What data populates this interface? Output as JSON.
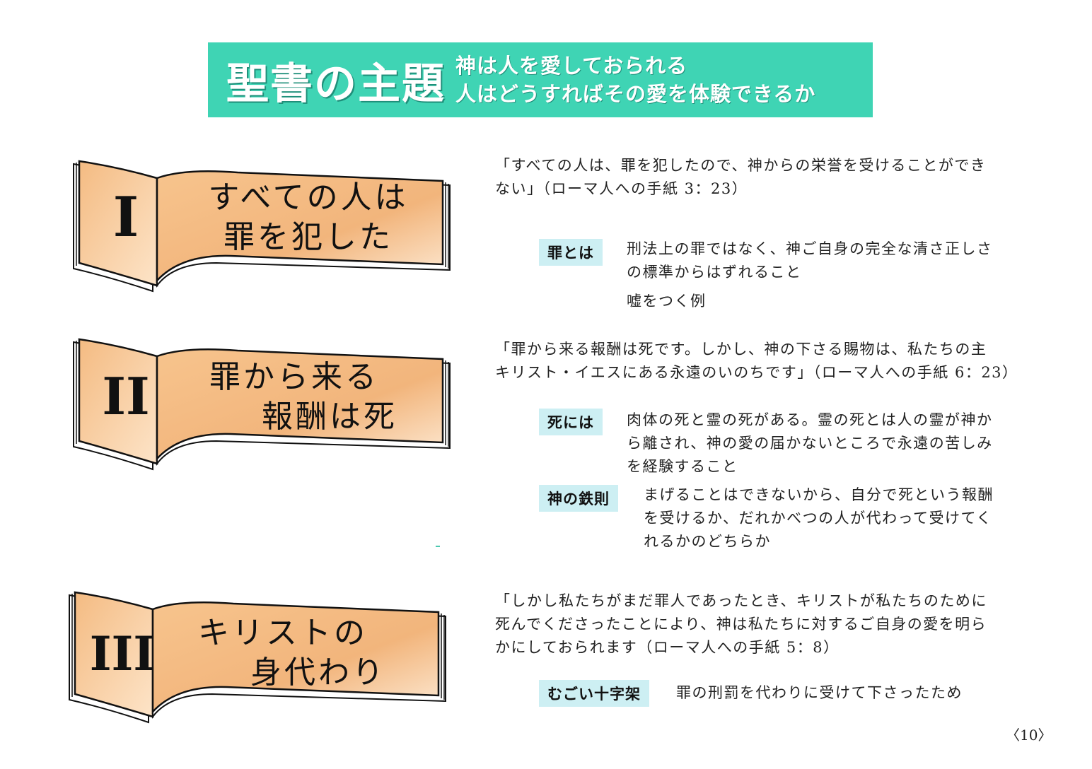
{
  "banner": {
    "title": "聖書の主題",
    "subtitle_line1": "神は人を愛しておられる",
    "subtitle_line2": "人はどうすればその愛を体験できるか"
  },
  "sections": [
    {
      "numeral": "I",
      "label_line1": "すべての人は",
      "label_line2": "罪を犯した",
      "quote_line1": "「すべての人は、罪を犯したので、神からの栄誉を受けることができ",
      "quote_line2": "ない」（ローマ人への手紙 3：23）",
      "term1": "罪とは",
      "def1_line1": "刑法上の罪ではなく、神ご自身の完全な清さ正しさ",
      "def1_line2": "の標準からはずれること",
      "def1_line3": "嘘をつく例"
    },
    {
      "numeral": "II",
      "label_line1": "罪から来る",
      "label_line2": "報酬は死",
      "quote_line1": "「罪から来る報酬は死です。しかし、神の下さる賜物は、私たちの主",
      "quote_line2": "キリスト・イエスにある永遠のいのちです」（ローマ人への手紙 6：23）",
      "term1": "死には",
      "def1_line1": "肉体の死と霊の死がある。霊の死とは人の霊が神か",
      "def1_line2": "ら離され、神の愛の届かないところで永遠の苦しみ",
      "def1_line3": "を経験すること",
      "term2": "神の鉄則",
      "def2_line1": "まげることはできないから、自分で死という報酬",
      "def2_line2": "を受けるか、だれかべつの人が代わって受けてく",
      "def2_line3": "れるかのどちらか"
    },
    {
      "numeral": "III",
      "label_line1": "キリストの",
      "label_line2": "身代わり",
      "quote_line1": "「しかし私たちがまだ罪人であったとき、キリストが私たちのために",
      "quote_line2": "死んでくださったことにより、神は私たちに対するご自身の愛を明ら",
      "quote_line3": "かにしておられます（ローマ人への手紙 5：8）",
      "term1": "むごい十字架",
      "def1_line1": "罪の刑罰を代わりに受けて下さったため"
    }
  ],
  "page_number": "〈10〉",
  "colors": {
    "banner": "#3fd4b4",
    "tag": "#cdeff3",
    "book_page": "#f2b57c"
  }
}
